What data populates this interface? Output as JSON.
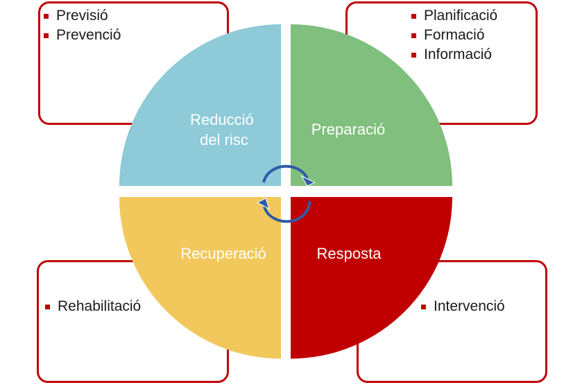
{
  "quadrants": [
    {
      "id": "top-left",
      "label_lines": [
        "Reducció",
        "del risc"
      ],
      "color": "#8ecad8",
      "bullets": [
        "Previsió",
        "Prevenció"
      ]
    },
    {
      "id": "top-right",
      "label_lines": [
        "Preparació"
      ],
      "color": "#80bf7e",
      "bullets": [
        "Planificació",
        "Formació",
        "Informació"
      ]
    },
    {
      "id": "bottom-right",
      "label_lines": [
        "Resposta"
      ],
      "color": "#c00000",
      "bullets": [
        "Intervenció"
      ]
    },
    {
      "id": "bottom-left",
      "label_lines": [
        "Recuperació"
      ],
      "color": "#f2c85c",
      "bullets": [
        "Rehabilitació"
      ]
    }
  ],
  "accent_color": "#c00000",
  "cycle_arrow_color": "#2e5ba6"
}
